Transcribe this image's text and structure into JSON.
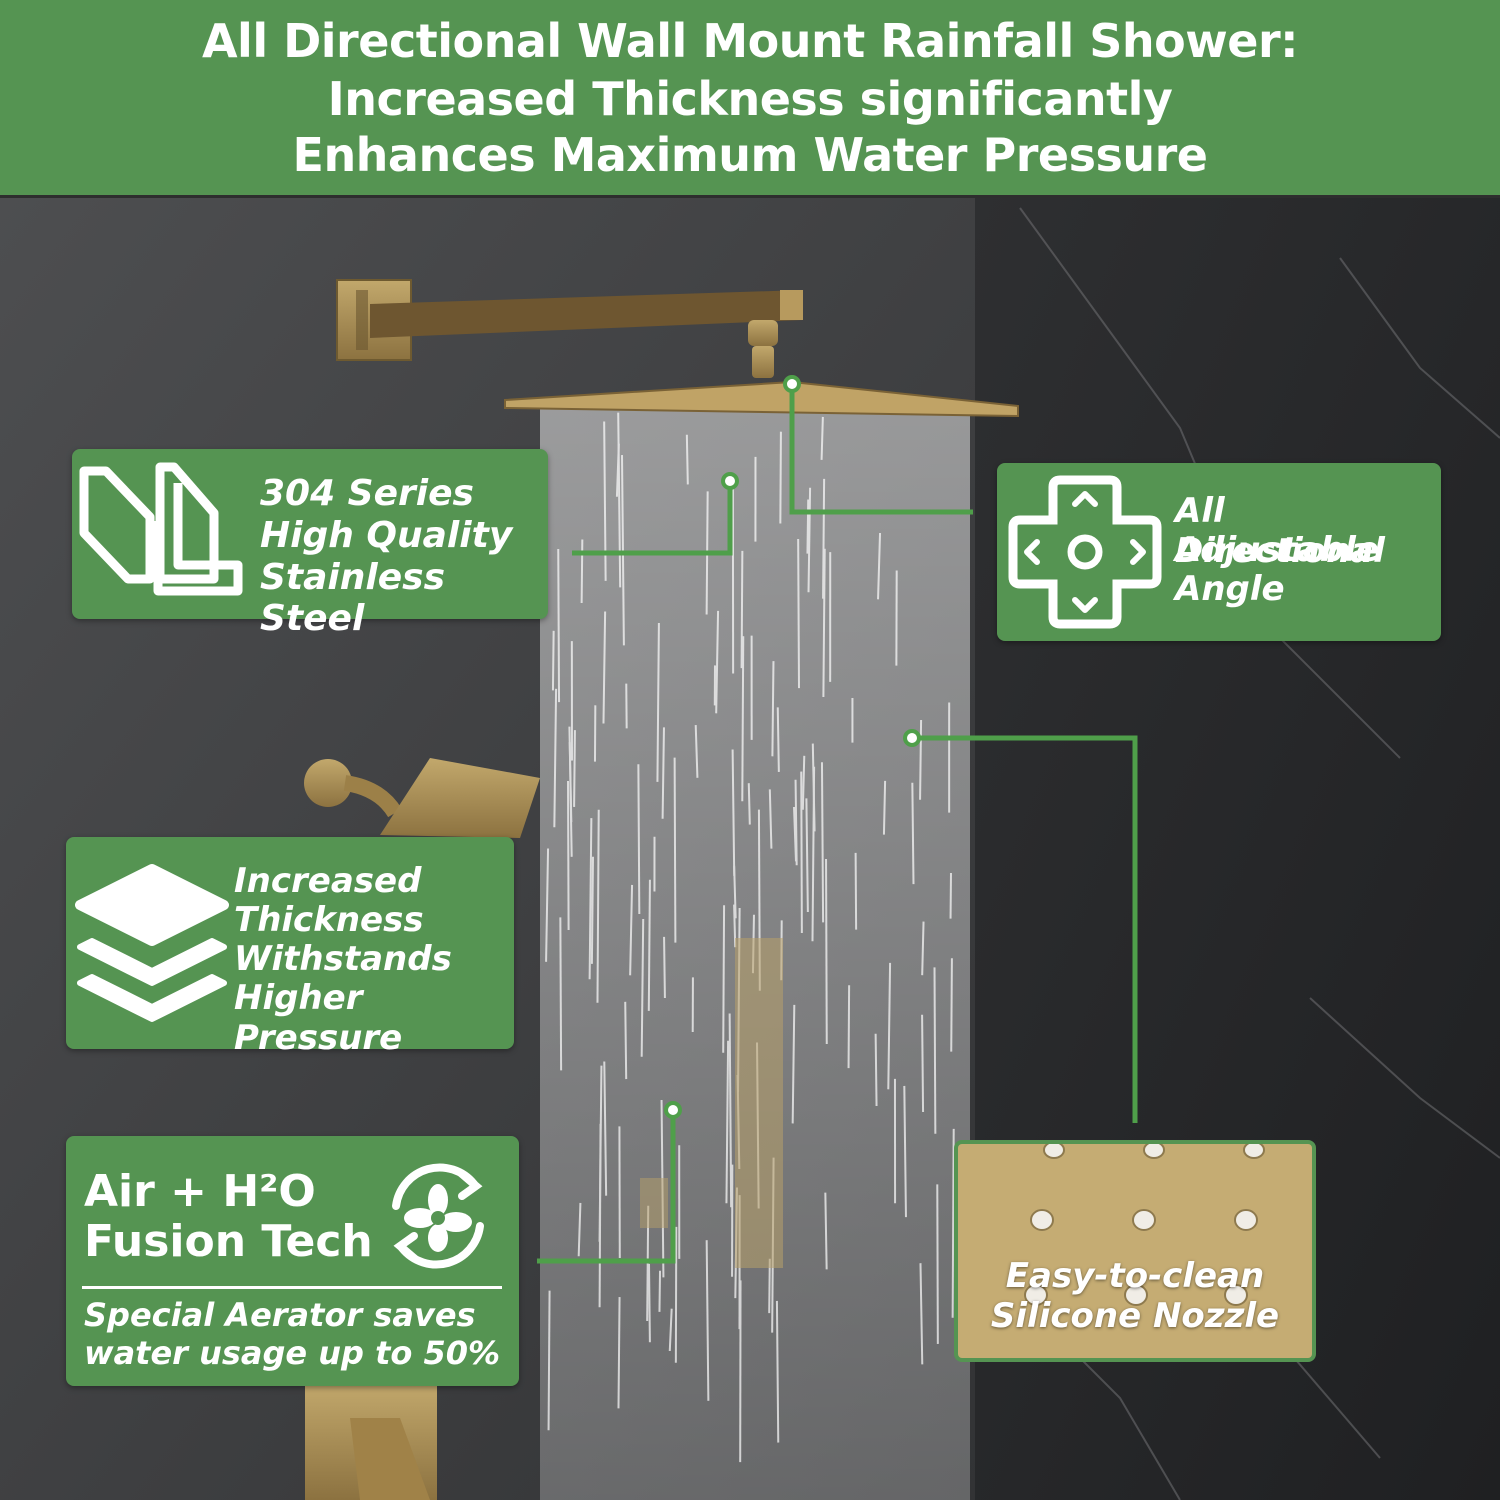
{
  "banner": {
    "line1": "All Directional Wall Mount Rainfall Shower:",
    "line2": "Increased Thickness significantly",
    "line3": "Enhances Maximum Water Pressure"
  },
  "features": {
    "steel": {
      "line1": "304 Series",
      "line2": "High Quality",
      "line3": "Stainless Steel",
      "icon": "stainless-steel-profile-icon"
    },
    "angle": {
      "line1": "All Directional",
      "line2": "Adjustable",
      "line3": "Angle",
      "icon": "directional-pad-icon"
    },
    "thickness": {
      "line1": "Increased",
      "line2": "Thickness",
      "line3": "Withstands",
      "line4": "Higher Pressure",
      "icon": "layers-icon"
    },
    "fusion": {
      "title_line1": "Air + H²O",
      "title_line2": "Fusion Tech",
      "desc_line1": "Special Aerator saves",
      "desc_line2": "water usage up to 50%",
      "icon": "fan-cycle-icon"
    },
    "nozzle": {
      "line1": "Easy-to-clean",
      "line2": "Silicone Nozzle"
    }
  },
  "colors": {
    "brand_green": "#559452",
    "brushed_gold": "#a98c52",
    "wall_dark": "#3c3d3f"
  }
}
